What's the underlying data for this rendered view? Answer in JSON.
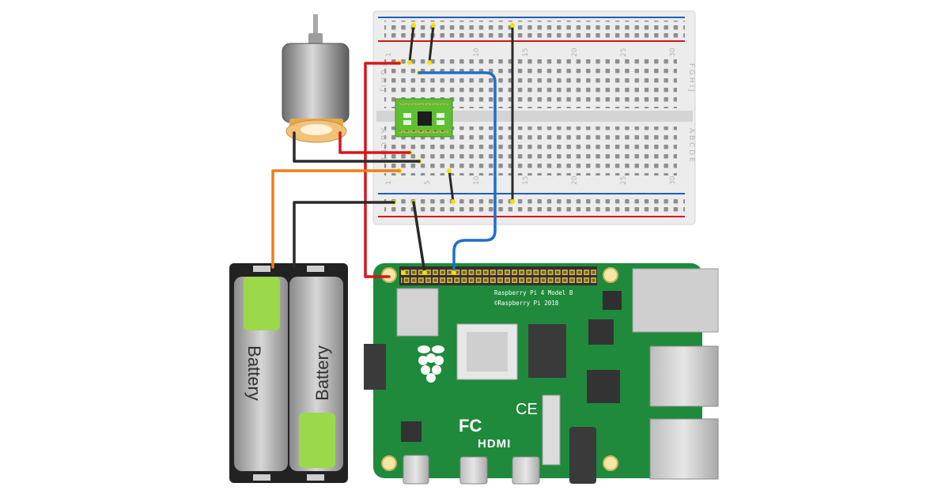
{
  "breadboard": {
    "col_1": "1",
    "col_5": "5",
    "col_10": "10",
    "col_15": "15",
    "col_20": "20",
    "col_25": "25",
    "col_30": "30",
    "rows_top": "F G H I J",
    "rows_bottom": "A B C D E"
  },
  "raspberry_pi": {
    "model_label": "Raspberry Pi 4 Model B",
    "copyright_label": "©Raspberry Pi 2018",
    "hdmi_logo": "HDMI",
    "fc_logo": "FC",
    "ce_logo": "CE"
  },
  "battery_pack": {
    "cell_1_label": "Battery",
    "cell_2_label": "Battery"
  },
  "wires": {
    "red": "#d8151b",
    "black": "#2a2a2a",
    "blue": "#1f6fc9",
    "orange": "#f07d16"
  },
  "colors": {
    "pcb_green": "#1f8a3b",
    "driver_board": "#5fbf34",
    "battery_green": "#9bd84a",
    "breadboard": "#ececec"
  }
}
